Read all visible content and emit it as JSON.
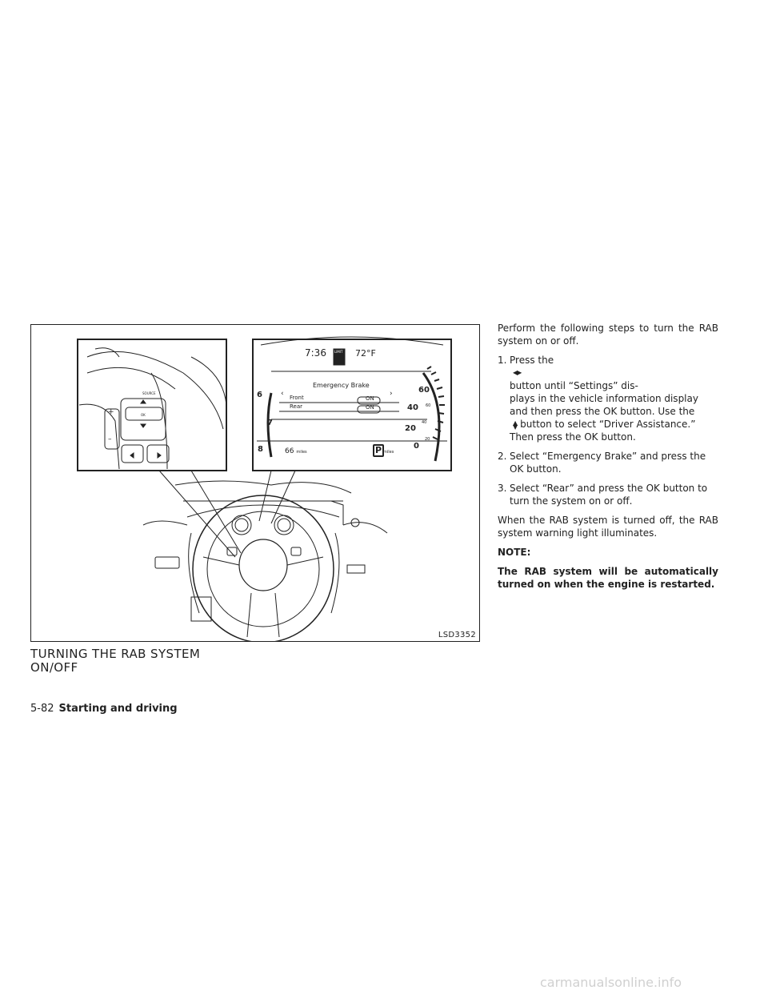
{
  "figure": {
    "code": "LSD3352",
    "cluster": {
      "time": "7:36",
      "limit_label": "LIMIT",
      "temp": "72°F",
      "menu_title": "Emergency Brake",
      "rows": [
        {
          "label": "Front",
          "state": "ON"
        },
        {
          "label": "Rear",
          "state": "ON"
        }
      ],
      "range": "66",
      "range_unit": "miles",
      "gear": "P",
      "fuel_unit": "miles",
      "tach_marks": [
        "6",
        "7",
        "8"
      ],
      "speed_marks": [
        "60",
        "40",
        "20",
        "0"
      ],
      "kmh_marks": [
        "60",
        "40",
        "20"
      ]
    },
    "wheel_buttons": {
      "source": "SOURCE",
      "ok": "OK",
      "plus": "+",
      "minus": "–"
    }
  },
  "section_title_line1": "TURNING THE RAB SYSTEM",
  "section_title_line2": "ON/OFF",
  "intro": "Perform the following steps to turn the RAB system on or off.",
  "steps": [
    {
      "num": "1.",
      "a": "Press the",
      "b": "button until “Settings” dis-",
      "c": "plays in the vehicle information display",
      "d": "and then press the OK button. Use the",
      "e": "button to select “Driver Assistance.”",
      "f": "Then press the OK button."
    },
    {
      "num": "2.",
      "a": "Select “Emergency Brake” and press the",
      "b": "OK button."
    },
    {
      "num": "3.",
      "a": "Select “Rear” and press the OK button to",
      "b": "turn the system on or off."
    }
  ],
  "after_text": "When the RAB system is turned off, the RAB system warning light illuminates.",
  "note_heading": "NOTE:",
  "note_text": "The RAB system will be automatically turned on when the engine is restarted.",
  "footer": {
    "page": "5-82",
    "chapter": "Starting and driving"
  },
  "watermark": "carmanualsonline.info"
}
